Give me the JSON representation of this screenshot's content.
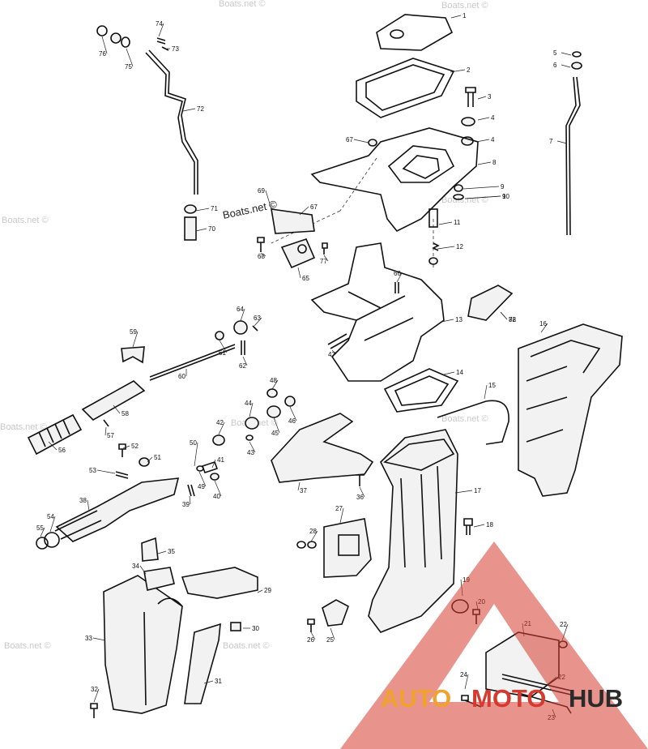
{
  "diagram": {
    "callouts": [
      "1",
      "2",
      "3",
      "4",
      "4",
      "5",
      "6",
      "7",
      "8",
      "9",
      "9",
      "10",
      "11",
      "12",
      "13",
      "14",
      "15",
      "16",
      "17",
      "18",
      "19",
      "20",
      "21",
      "22",
      "22",
      "23",
      "24",
      "25",
      "26",
      "27",
      "28",
      "29",
      "30",
      "31",
      "32",
      "33",
      "34",
      "35",
      "36",
      "37",
      "38",
      "39",
      "40",
      "41",
      "42",
      "43",
      "44",
      "45",
      "46",
      "47",
      "48",
      "49",
      "50",
      "51",
      "52",
      "53",
      "54",
      "55",
      "56",
      "57",
      "58",
      "59",
      "60",
      "61",
      "62",
      "63",
      "64",
      "65",
      "66",
      "67",
      "67",
      "68",
      "69",
      "70",
      "71",
      "72",
      "73",
      "74",
      "75",
      "76",
      "77",
      "78",
      "82"
    ]
  },
  "watermarks": {
    "boats": "Boats.net ©",
    "boats_center": "Boats.net ©"
  },
  "logo": {
    "left": "AUTO",
    "mid": "MOTO",
    "right": "HUB",
    "colors": {
      "red": "#d63a2e",
      "orange": "#f0a22a",
      "dark": "#2a2a2a"
    }
  }
}
